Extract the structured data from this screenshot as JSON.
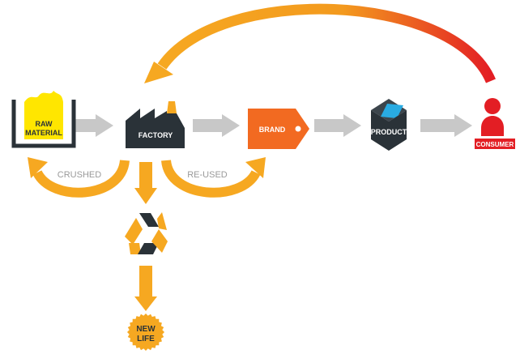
{
  "nodes": {
    "raw_material": {
      "line1": "RAW",
      "line2": "MATERIAL"
    },
    "factory": {
      "label": "FACTORY"
    },
    "brand": {
      "label": "BRAND"
    },
    "product": {
      "label": "PRODUCT"
    },
    "consumer": {
      "label": "CONSUMER"
    },
    "new_life": {
      "line1": "NEW",
      "line2": "LIFE"
    }
  },
  "loop_labels": {
    "crushed": "CRUSHED",
    "reused": "RE-USED"
  },
  "colors": {
    "orange": "#f5a623",
    "brand_orange": "#f26a21",
    "dark": "#2a3238",
    "yellow": "#ffe600",
    "red": "#e31e24",
    "grey_arrow": "#c8c8c8",
    "label_grey": "#9a9a9a",
    "cyan": "#29abe2"
  },
  "icons": [
    "raw-material-bin-icon",
    "factory-icon",
    "price-tag-icon",
    "product-box-icon",
    "consumer-person-icon",
    "recycle-icon",
    "new-life-badge-icon"
  ]
}
